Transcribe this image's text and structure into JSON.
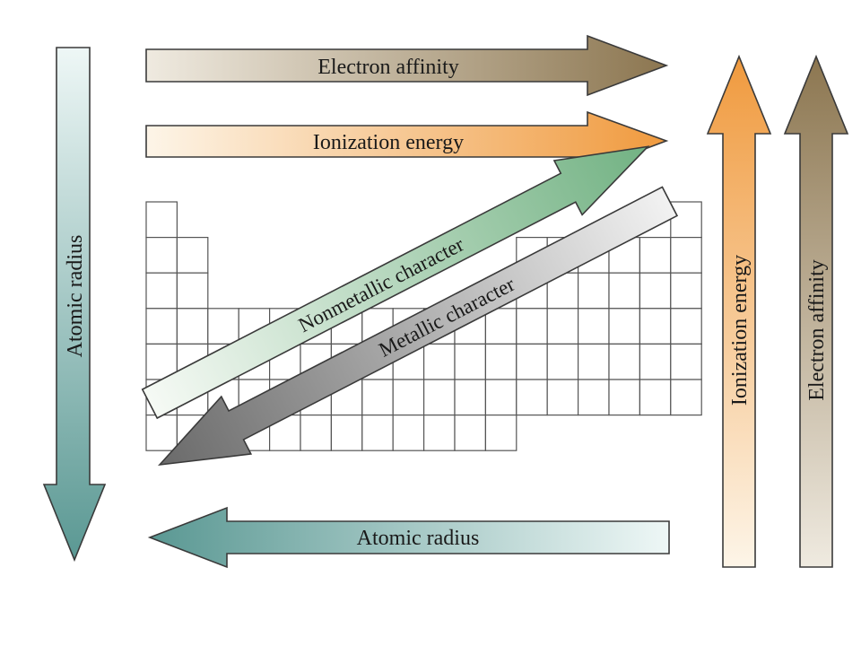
{
  "labels": {
    "top_electron_affinity": "Electron affinity",
    "top_ionization_energy": "Ionization energy",
    "left_atomic_radius": "Atomic radius",
    "bottom_atomic_radius": "Atomic radius",
    "right_ionization_energy": "Ionization energy",
    "right_electron_affinity": "Electron affinity",
    "nonmetallic_character": "Nonmetallic character",
    "metallic_character": "Metallic character"
  },
  "colors": {
    "electron_affinity_dark": "#8f7a55",
    "electron_affinity_light": "#ece6da",
    "ionization_dark": "#f2a24a",
    "ionization_light": "#fdf3e4",
    "atomic_radius_dark": "#5f9c96",
    "atomic_radius_light": "#e9f4f3",
    "nonmetallic_dark": "#79b788",
    "nonmetallic_light": "#f3f8f2",
    "metallic_dark": "#6f6f6f",
    "metallic_light": "#f0f0f0",
    "outline": "#3a3a3a",
    "grid": "#555555"
  }
}
